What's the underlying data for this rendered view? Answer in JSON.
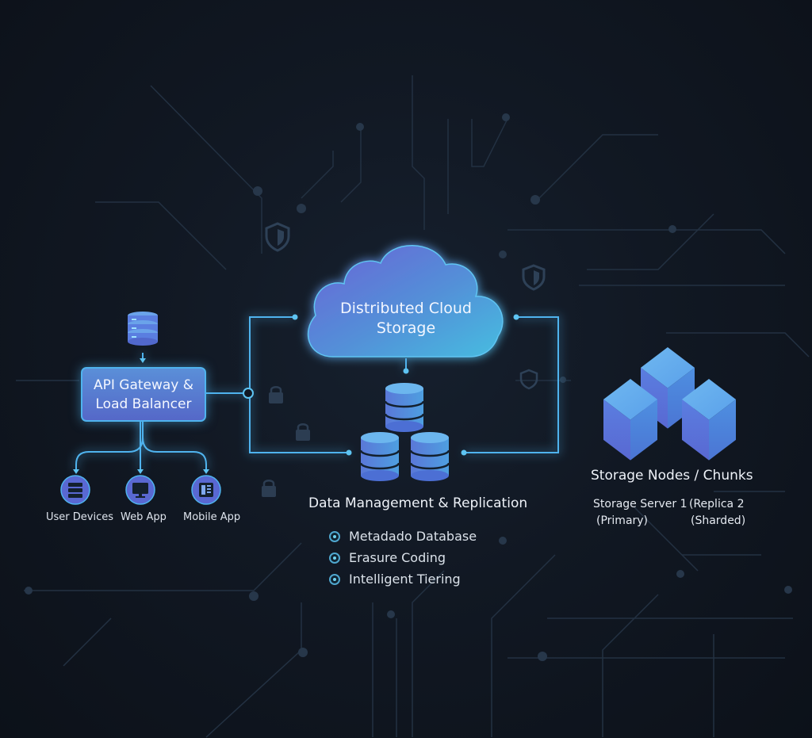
{
  "cloud": {
    "title_line1": "Distributed Cloud",
    "title_line2": "Storage"
  },
  "gateway": {
    "line1": "API Gateway &",
    "line2": "Load Balancer"
  },
  "clients": [
    "User Devices",
    "Web App",
    "Mobile App"
  ],
  "data_management": {
    "title": "Data Management & Replication",
    "items": [
      "Metadado Database",
      "Erasure Coding",
      "Intelligent Tiering"
    ]
  },
  "storage_nodes": {
    "title": "Storage Nodes / Chunks",
    "server_line1": "Storage Server 1",
    "server_line2": "(Primary)",
    "replica_line1": "(Replica 2",
    "replica_line2": "(Sharded)"
  },
  "colors": {
    "background": "#111823",
    "accent_cyan": "#4fb3ee",
    "cube_blue": "#5b7fe0",
    "cloud_gradient_start": "#5d6fd6",
    "cloud_gradient_end": "#47b7dd"
  },
  "icons": {
    "top_server": "server-stack-icon",
    "clients": [
      "server-rack-icon",
      "monitor-icon",
      "mobile-screen-icon"
    ],
    "decor": [
      "shield-icon",
      "lock-icon"
    ]
  }
}
